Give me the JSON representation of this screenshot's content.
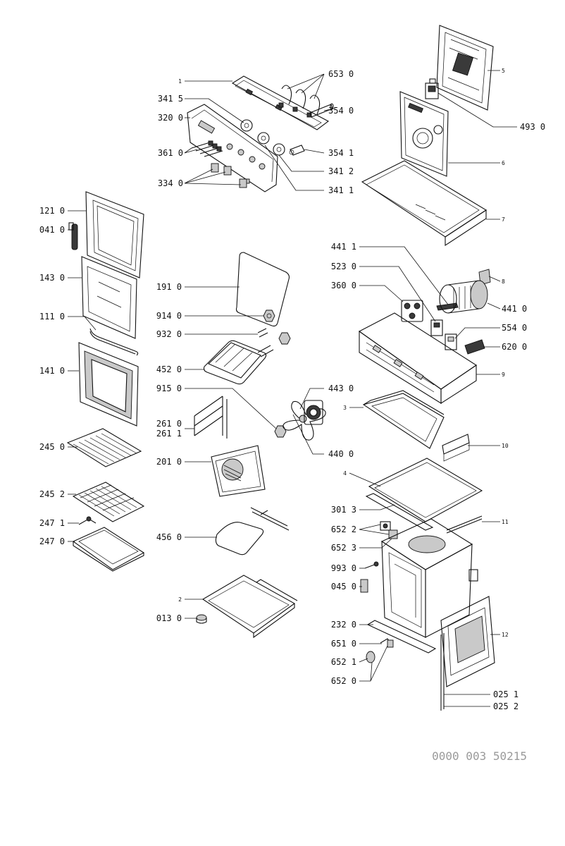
{
  "drawing_ref": "0000 003 50215",
  "labels": {
    "l1": "1",
    "l6530": "653 0",
    "l3415": "341 5",
    "l3200": "320 0",
    "l3540": "354 0",
    "l3610": "361 0",
    "l3541": "354 1",
    "l3412": "341 2",
    "l3340": "334 0",
    "l3411": "341 1",
    "l5": "5",
    "l4930": "493 0",
    "l6": "6",
    "l7": "7",
    "l1210": "121 0",
    "l0410": "041 0",
    "l1430": "143 0",
    "l1110": "111 0",
    "l1410": "141 0",
    "l2450": "245 0",
    "l2452": "245 2",
    "l2471": "247 1",
    "l2470": "247 0",
    "l1910": "191 0",
    "l9140": "914 0",
    "l9320": "932 0",
    "l4520": "452 0",
    "l9150": "915 0",
    "l2610": "261 0",
    "l2611": "261 1",
    "l2010": "201 0",
    "l4560": "456 0",
    "l2": "2",
    "l0130": "013 0",
    "l4430": "443 0",
    "l4400": "440 0",
    "l4411": "441 1",
    "l5230": "523 0",
    "l3600": "360 0",
    "l8": "8",
    "l4410": "441 0",
    "l5540": "554 0",
    "l6200": "620 0",
    "l9": "9",
    "l3": "3",
    "l10": "10",
    "l4": "4",
    "l3013": "301 3",
    "l11": "11",
    "l6522": "652 2",
    "l6523": "652 3",
    "l9930": "993 0",
    "l0450": "045 0",
    "l2320": "232 0",
    "l12": "12",
    "l6510": "651 0",
    "l6521": "652 1",
    "l6520": "652 0",
    "l0251": "025 1",
    "l0252": "025 2"
  }
}
